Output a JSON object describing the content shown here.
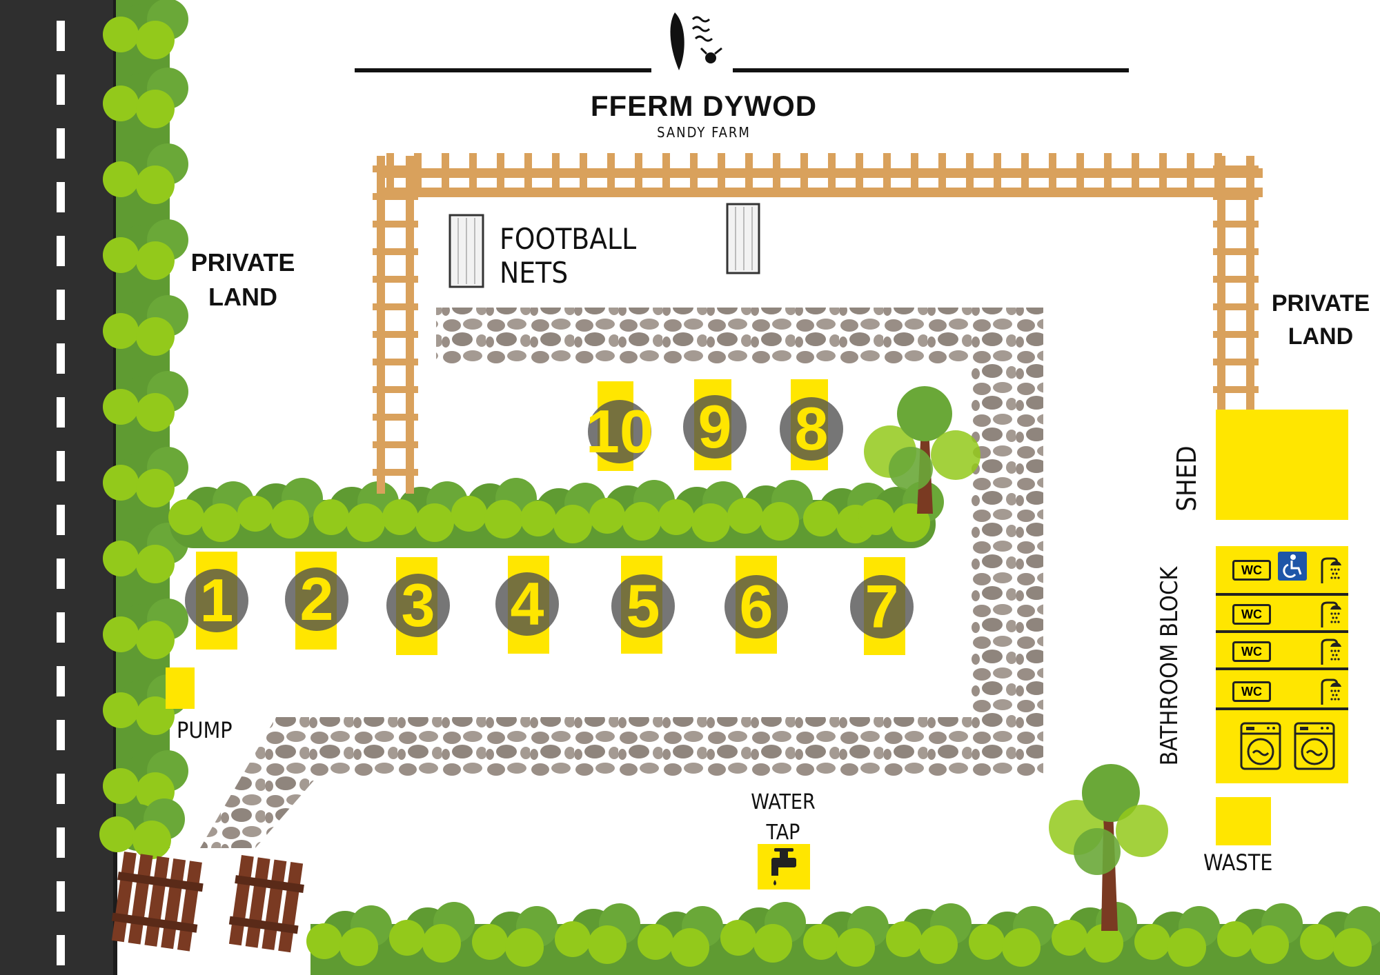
{
  "brand": {
    "name": "FFERM DYWOD",
    "subtitle": "SANDY FARM"
  },
  "labels": {
    "private_land_left": [
      "PRIVATE",
      "LAND"
    ],
    "private_land_right": [
      "PRIVATE",
      "LAND"
    ],
    "football_nets": "FOOTBALL NETS",
    "shed": "SHED",
    "bathroom_block": "BATHROOM BLOCK",
    "pump": "PUMP",
    "water_tap": [
      "WATER",
      "TAP"
    ],
    "waste": "WASTE"
  },
  "bathroom": {
    "wc_label": "WC",
    "units": 4,
    "accessible_units": 1,
    "washing_machines": 2
  },
  "pitches_lower": [
    "1",
    "2",
    "3",
    "4",
    "5",
    "6",
    "7"
  ],
  "pitches_upper": [
    "10",
    "9",
    "8"
  ],
  "colors": {
    "road": "#2f2f2f",
    "fence": "#d9a15c",
    "gate": "#7a3a22",
    "hedge_dark": "#5f9b32",
    "hedge_light": "#93c91b",
    "stone": "#998e86",
    "yellow": "#ffe600",
    "pitch_circle": "#505050"
  }
}
